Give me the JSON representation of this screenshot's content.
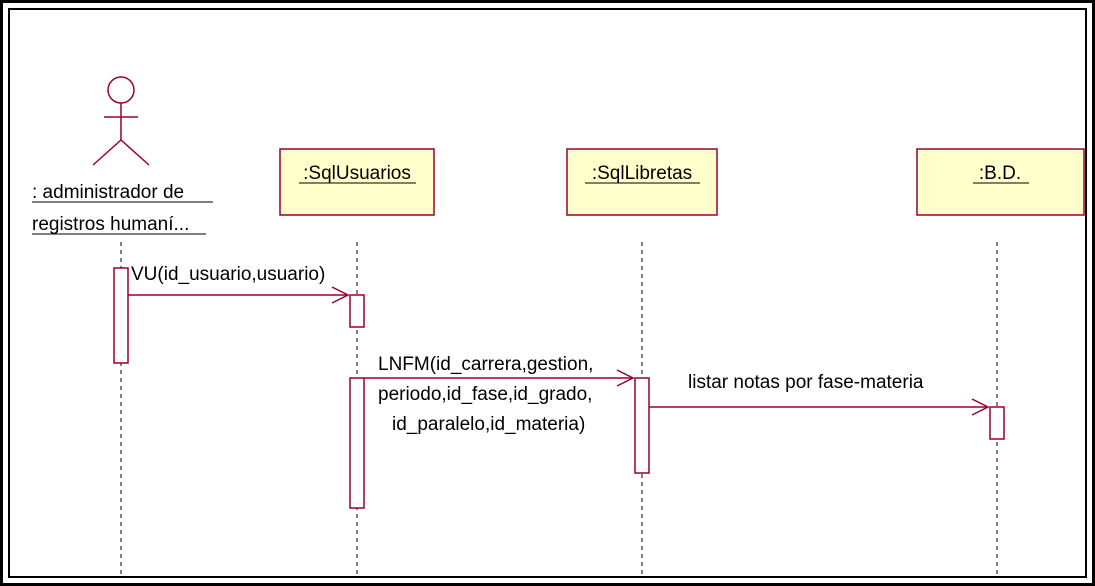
{
  "actor": {
    "name_line1": ": administrador de",
    "name_line2": "registros humaní..."
  },
  "objects": {
    "sql_usuarios": ":SqlUsuarios",
    "sql_libretas": ":SqlLibretas",
    "bd": ":B.D."
  },
  "messages": {
    "vu": "VU(id_usuario,usuario)",
    "lnfm_line1": "LNFM(id_carrera,gestion,",
    "lnfm_line2": "periodo,id_fase,id_grado,",
    "lnfm_line3": "id_paralelo,id_materia)",
    "listar": "listar notas por fase-materia"
  },
  "colors": {
    "object_fill": "#ffffcc",
    "line": "#990033",
    "border": "#000000"
  }
}
